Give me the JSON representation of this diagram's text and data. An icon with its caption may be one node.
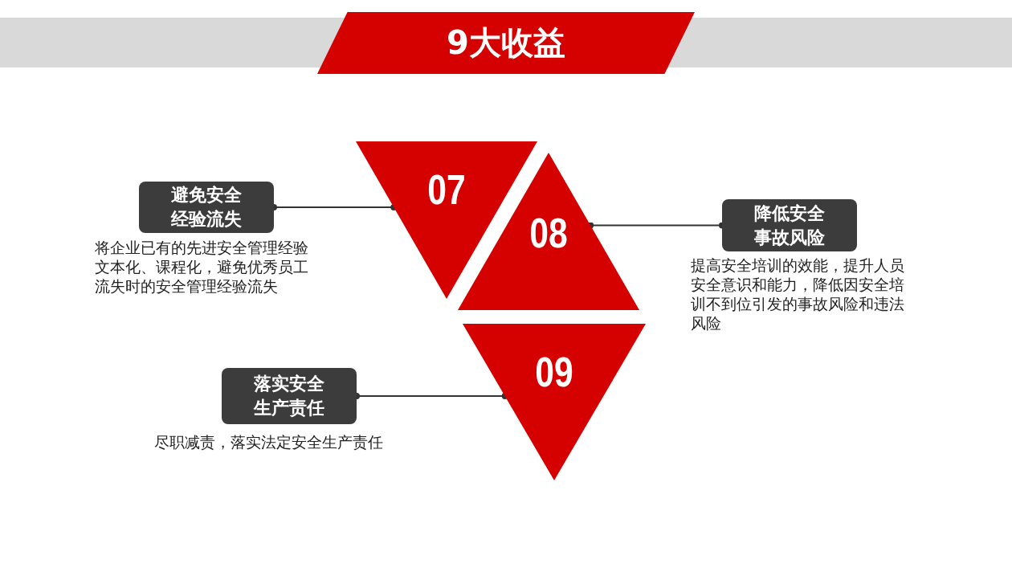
{
  "diagram": {
    "title": "9大收益",
    "nodes": [
      {
        "text": [
          "避免安全经验流失"
        ],
        "beside": [
          "将企业已有的先进安全管理经验文本化、课程化，避免优秀员工流失时的安全管理经验流失"
        ]
      },
      {
        "text": [
          "07"
        ]
      },
      {
        "text": [
          "08"
        ]
      },
      {
        "text": [
          "降低安全事故风险"
        ],
        "beside": [
          "提高安全培训的效能，提升人员安全意识和能力，降低因安全培训不到位引发的事故风险和违法风险"
        ]
      },
      {
        "text": [
          "09"
        ]
      },
      {
        "text": [
          "落实安全生产责任"
        ],
        "beside": [
          "尽职减责，落实法定安全生产责任"
        ]
      }
    ],
    "edges": [
      {
        "from": 0,
        "to": 1,
        "arrow": "other"
      },
      {
        "from": 3,
        "to": 2,
        "arrow": "other"
      },
      {
        "from": 5,
        "to": 4,
        "arrow": "other"
      }
    ]
  }
}
